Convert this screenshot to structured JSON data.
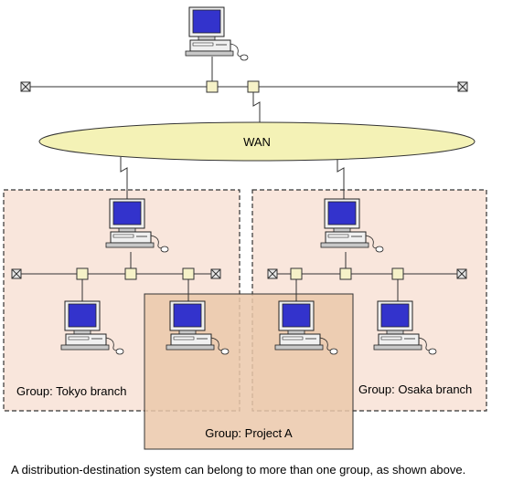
{
  "wan": {
    "label": "WAN"
  },
  "groups": {
    "tokyo": {
      "label": "Group: Tokyo branch"
    },
    "osaka": {
      "label": "Group: Osaka branch"
    },
    "project_a": {
      "label": "Group: Project A"
    }
  },
  "caption": "A distribution-destination system can belong to more than one group, as shown above.",
  "colors": {
    "wan_fill": "#f4f2b6",
    "group_fill": "#f9e6dc",
    "project_fill": "#ebc8aa",
    "screen": "#3333cc"
  },
  "icons": [
    "computer-icon",
    "terminator-icon",
    "connector-node-icon"
  ]
}
